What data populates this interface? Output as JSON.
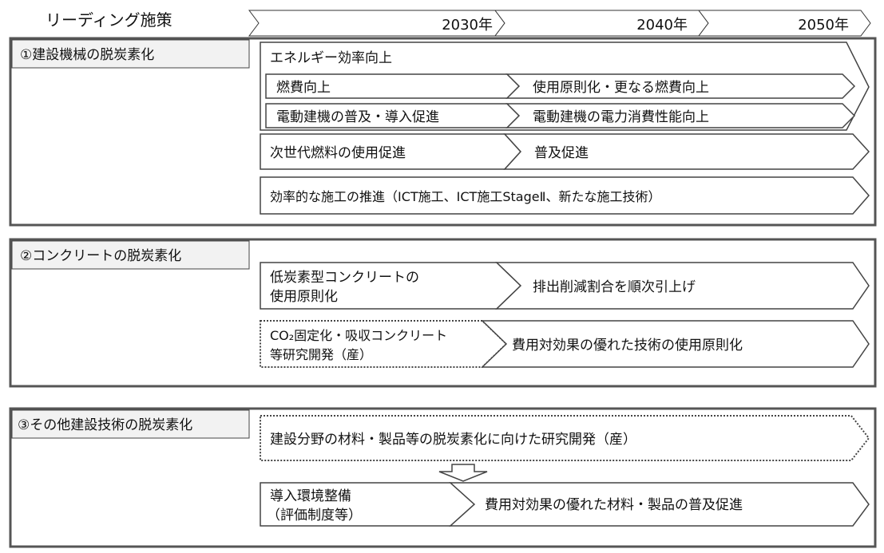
{
  "header": {
    "title": "リーディング施策",
    "years": [
      "2030年",
      "2040年",
      "2050年"
    ]
  },
  "sections": [
    {
      "title": "①建設機械の脱炭素化",
      "items": {
        "energy_group": "エネルギー効率向上",
        "fuel_now": "燃費向上",
        "fuel_next": "使用原則化・更なる燃費向上",
        "electric_now": "電動建機の普及・導入促進",
        "electric_next": "電動建機の電力消費性能向上",
        "nextgen_fuel_now": "次世代燃料の使用促進",
        "nextgen_fuel_next": "普及促進",
        "efficient_construction": "効率的な施工の推進（ICT施工、ICT施工StageⅡ、新たな施工技術）"
      }
    },
    {
      "title": "②コンクリートの脱炭素化",
      "items": {
        "low_carbon_now_line1": "低炭素型コンクリートの",
        "low_carbon_now_line2": "使用原則化",
        "low_carbon_next": "排出削減割合を順次引上げ",
        "co2_now_line1": "CO₂固定化・吸収コンクリート",
        "co2_now_line2": "等研究開発（産）",
        "co2_next": "費用対効果の優れた技術の使用原則化"
      }
    },
    {
      "title": "③その他建設技術の脱炭素化",
      "items": {
        "materials_research": "建設分野の材料・製品等の脱炭素化に向けた研究開発（産）",
        "env_now_line1": "導入環境整備",
        "env_now_line2": "（評価制度等）",
        "env_next": "費用対効果の優れた材料・製品の普及促進"
      }
    }
  ]
}
